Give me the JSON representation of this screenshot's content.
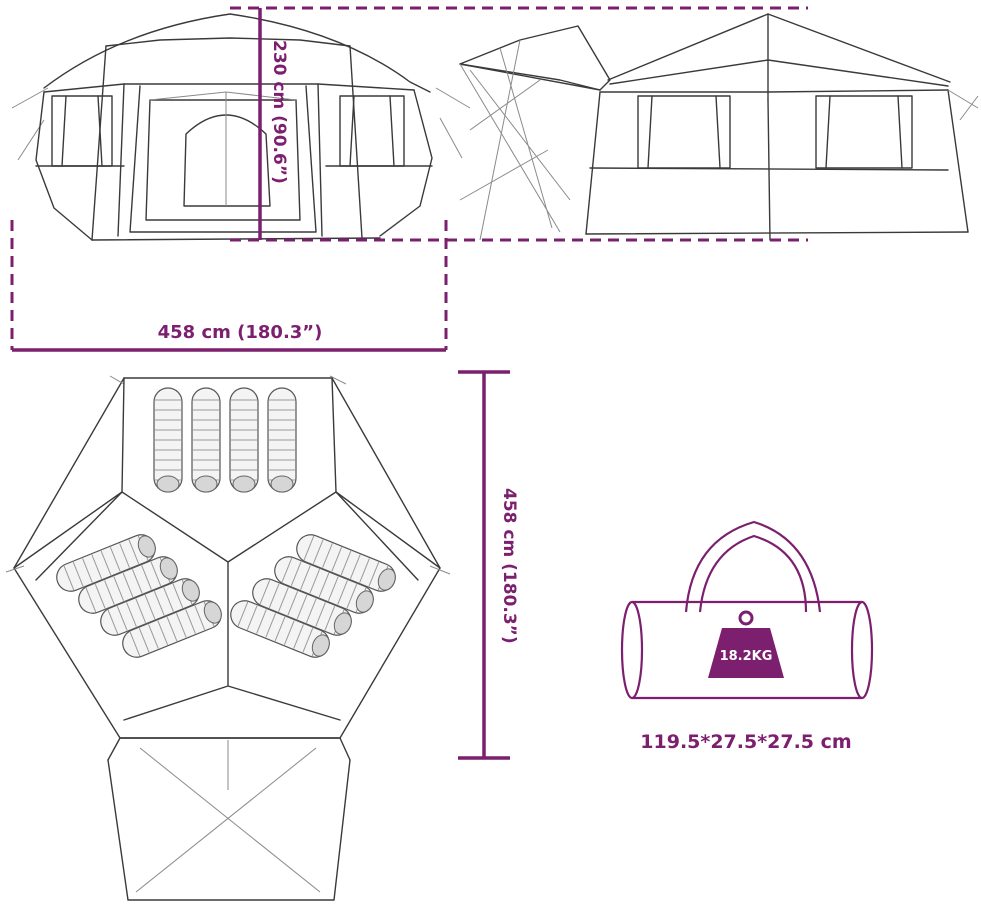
{
  "colors": {
    "accent": "#7b1f6e",
    "line": "#3a3a3a",
    "light_line": "#8a8a8a",
    "background": "#ffffff"
  },
  "dimensions": {
    "height_label": "230 cm (90.6”)",
    "width_label": "458 cm (180.3”)",
    "depth_label": "458 cm (180.3”)"
  },
  "bag": {
    "weight_label": "18.2KG",
    "size_label": "119.5*27.5*27.5 cm",
    "icon": "weight-icon"
  },
  "floor_plan": {
    "sleeping_bag_count": 12
  }
}
